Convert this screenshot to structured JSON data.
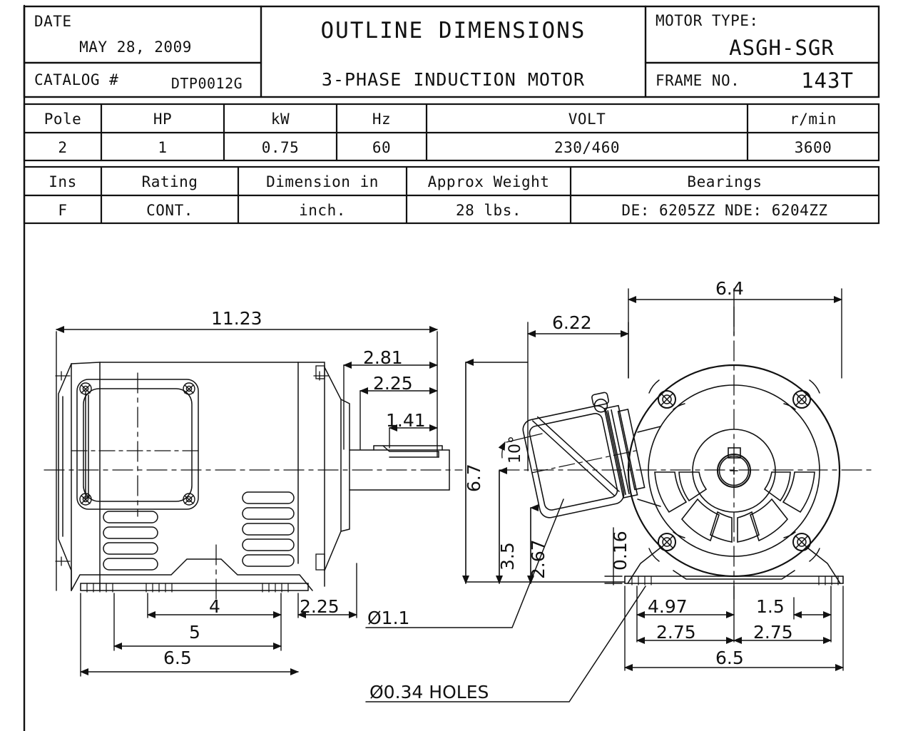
{
  "title_block": {
    "date_label": "DATE",
    "date_value": "MAY 28, 2009",
    "catalog_label": "CATALOG #",
    "catalog_value": "DTP0012G",
    "main_title": "OUTLINE DIMENSIONS",
    "sub_title": "3-PHASE INDUCTION MOTOR",
    "motor_type_label": "MOTOR TYPE:",
    "motor_type_value": "ASGH-SGR",
    "frame_no_label": "FRAME NO.",
    "frame_no_value": "143T"
  },
  "spec_table_1": {
    "headers": [
      "Pole",
      "HP",
      "kW",
      "Hz",
      "VOLT",
      "r/min"
    ],
    "values": [
      "2",
      "1",
      "0.75",
      "60",
      "230/460",
      "3600"
    ]
  },
  "spec_table_2": {
    "headers": [
      "Ins",
      "Rating",
      "Dimension in",
      "Approx Weight",
      "Bearings"
    ],
    "values": [
      "F",
      "CONT.",
      "inch.",
      "28 lbs.",
      "DE: 6205ZZ  NDE: 6204ZZ"
    ]
  },
  "side_view": {
    "name": "side-elevation-view",
    "dimensions": {
      "overall_length": "11.23",
      "shaft_total": "2.81",
      "shaft_usable": "2.25",
      "key_length": "1.41",
      "foot_hole_spacing": "4",
      "foot_span_5": "5",
      "foot_span_65": "6.5",
      "shaft_end_to_foot": "2.25"
    }
  },
  "end_view": {
    "name": "end-elevation-view",
    "dimensions": {
      "width_64": "6.4",
      "conduit_width_622": "6.22",
      "height_67": "6.7",
      "shaft_center_height_35": "3.5",
      "conduit_height_267": "2.67",
      "foot_thickness_016": "0.16",
      "conduit_angle": "10°",
      "foot_497": "4.97",
      "foot_15": "1.5",
      "foot_275_left": "2.75",
      "foot_275_right": "2.75",
      "foot_total_65": "6.5"
    },
    "callouts": {
      "conduit_hole": "Ø1.1",
      "mounting_holes": "Ø0.34  HOLES"
    }
  },
  "colors": {
    "line": "#111111",
    "background": "#ffffff",
    "table_border": "#1a1a1a"
  }
}
